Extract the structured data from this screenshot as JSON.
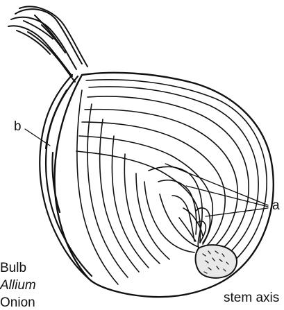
{
  "diagram": {
    "labels": {
      "a": "a",
      "b": "b",
      "caption_line1": "Bulb",
      "caption_line2": "Allium",
      "caption_line3": "Onion",
      "stem_axis": "stem axis"
    },
    "colors": {
      "ink": "#111111",
      "background": "#ffffff",
      "stem_fill": "#e8e8e8"
    }
  }
}
